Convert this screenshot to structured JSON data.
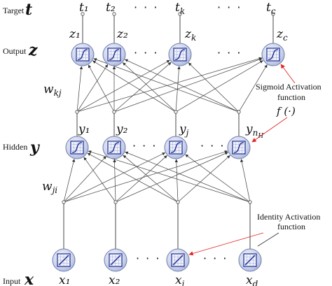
{
  "layers": {
    "target": {
      "label": "Target",
      "symbol": "t"
    },
    "output": {
      "label": "Output",
      "symbol": "z"
    },
    "hidden": {
      "label": "Hidden",
      "symbol": "y"
    },
    "input": {
      "label": "Input",
      "symbol": "x"
    }
  },
  "nodes": {
    "target": [
      "t₁",
      "t₂",
      "t_k",
      "t_c"
    ],
    "output": [
      "z₁",
      "z₂",
      "z_k",
      "z_c"
    ],
    "hidden": [
      "y₁",
      "y₂",
      "y_j",
      "y_nH"
    ],
    "input": [
      "x₁",
      "x₂",
      "x_i",
      "x_d"
    ]
  },
  "weights": {
    "hidden_to_output": "w_kj",
    "input_to_hidden": "w_ji"
  },
  "ellipsis": "· · ·",
  "annotations": {
    "sigmoid": {
      "line1": "Sigmoid Activation",
      "line2": "function",
      "formula": "f (·)"
    },
    "identity": {
      "line1": "Identity Activation",
      "line2": "function"
    }
  },
  "colors": {
    "node_fill": "#c9d1ec",
    "icon_stroke": "#1a2b8f",
    "annotation_arrow": "#e32626"
  },
  "icons": {
    "output": "sigmoid-icon",
    "hidden": "sigmoid-icon",
    "input": "identity-icon"
  }
}
